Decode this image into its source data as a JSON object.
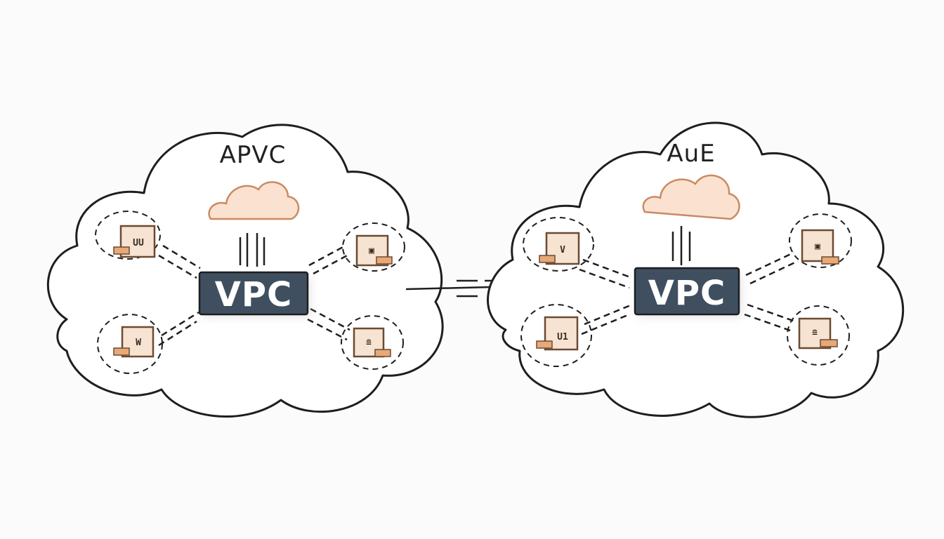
{
  "colors": {
    "background": "#fbfbfb",
    "cloud_fill": "#ffffff",
    "cloud_stroke": "#1e1e1e",
    "vpc_fill": "#3f4f60",
    "vpc_text": "#ffffff",
    "node_stroke": "#6b4a33",
    "node_fill": "#f6e3d1",
    "node_accent": "#e8a877",
    "small_cloud_fill": "#fbe2d0"
  },
  "diagram": {
    "clouds": [
      {
        "label": "APVC",
        "vpc_label": "VPC",
        "nodes": [
          {
            "glyph": "UU"
          },
          {
            "glyph": "▣"
          },
          {
            "glyph": "W"
          },
          {
            "glyph": "≘"
          }
        ]
      },
      {
        "label": "AuE",
        "vpc_label": "VPC",
        "nodes": [
          {
            "glyph": "V"
          },
          {
            "glyph": "▣"
          },
          {
            "glyph": "U1"
          },
          {
            "glyph": "≘"
          }
        ]
      }
    ]
  }
}
